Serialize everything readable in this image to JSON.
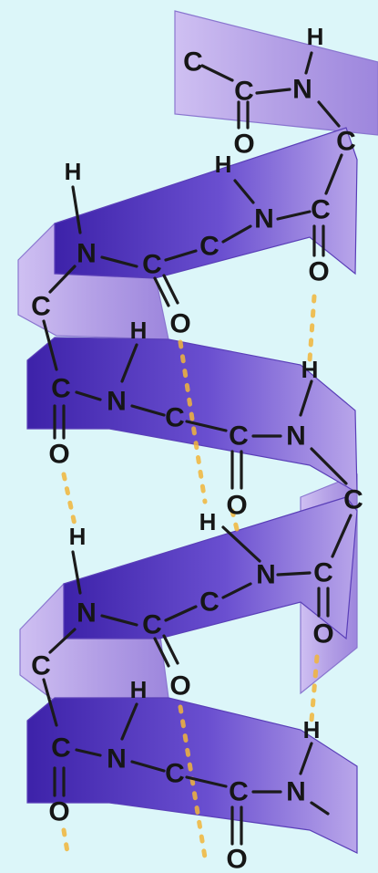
{
  "diagram": {
    "title": "",
    "element_labels": {
      "carbon": "C",
      "nitrogen": "N",
      "oxygen": "O",
      "hydrogen": "H"
    },
    "bond_types": [
      "covalent",
      "hydrogen-bond"
    ],
    "colors": {
      "ribbon_dark": "#4b2fb5",
      "ribbon_light": "#c9b9ee",
      "hydrogen_bond": "#f1b53a",
      "background": "#dcf6f9"
    }
  }
}
